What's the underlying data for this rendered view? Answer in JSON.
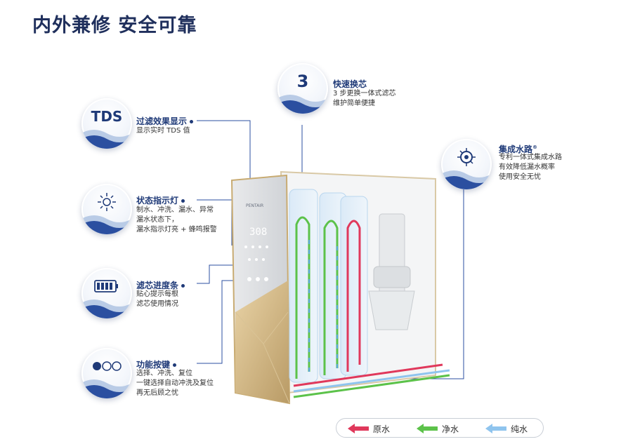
{
  "page": {
    "title": "内外兼修 安全可靠"
  },
  "features": {
    "quick_change": {
      "badge": "3",
      "title": "快速换芯",
      "lines": [
        "3 步更换一体式滤芯",
        "维护简单便捷"
      ]
    },
    "tds": {
      "badge": "TDS",
      "title": "过滤效果显示",
      "lines": [
        "显示实时 TDS 值"
      ]
    },
    "integrated": {
      "title": "集成水路",
      "mark": "®",
      "lines": [
        "专利一体式集成水路",
        "有效降低漏水概率",
        "使用安全无忧"
      ],
      "icon": "gear-circuit-icon"
    },
    "status": {
      "title": "状态指示灯",
      "lines": [
        "制水、冲洗、漏水、异常",
        "漏水状态下，",
        "漏水指示灯亮 + 蜂鸣报警"
      ],
      "icon": "sun-icon"
    },
    "progress": {
      "title": "滤芯进度条",
      "lines": [
        "贴心提示每根",
        "滤芯使用情况"
      ],
      "icon": "battery-icon"
    },
    "buttons": {
      "title": "功能按键",
      "lines": [
        "选择、冲洗、复位",
        "一键选择自动冲洗及复位",
        "再无后顾之忧"
      ],
      "icon": "three-dots-icon"
    }
  },
  "product": {
    "brand": "PENTAIR",
    "display": "308"
  },
  "legend": {
    "raw": {
      "label": "原水",
      "color": "#e0385b"
    },
    "clean": {
      "label": "净水",
      "color": "#5cc24a"
    },
    "pure": {
      "label": "纯水",
      "color": "#8fc4ee"
    }
  }
}
